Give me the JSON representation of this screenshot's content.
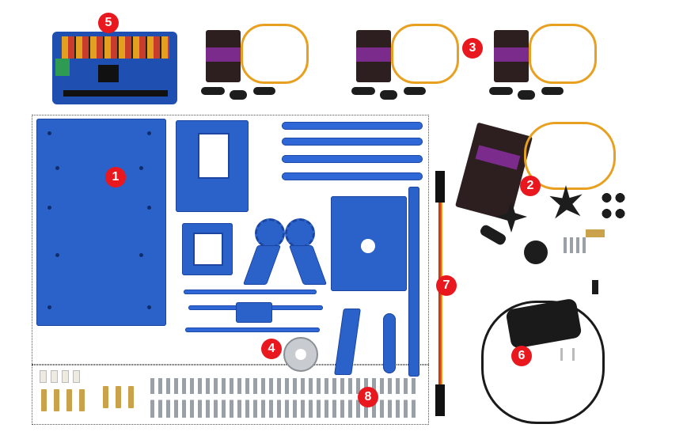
{
  "callouts": [
    "1",
    "2",
    "3",
    "4",
    "5",
    "6",
    "7",
    "8"
  ],
  "colors": {
    "badge": "#e8181e",
    "aluminum_blue": "#2b62c9",
    "servo_black": "#2d1f1f",
    "servo_label_purple": "#7a2b8c",
    "pcb_blue": "#1f4fb0",
    "brass": "#c9a24a"
  }
}
